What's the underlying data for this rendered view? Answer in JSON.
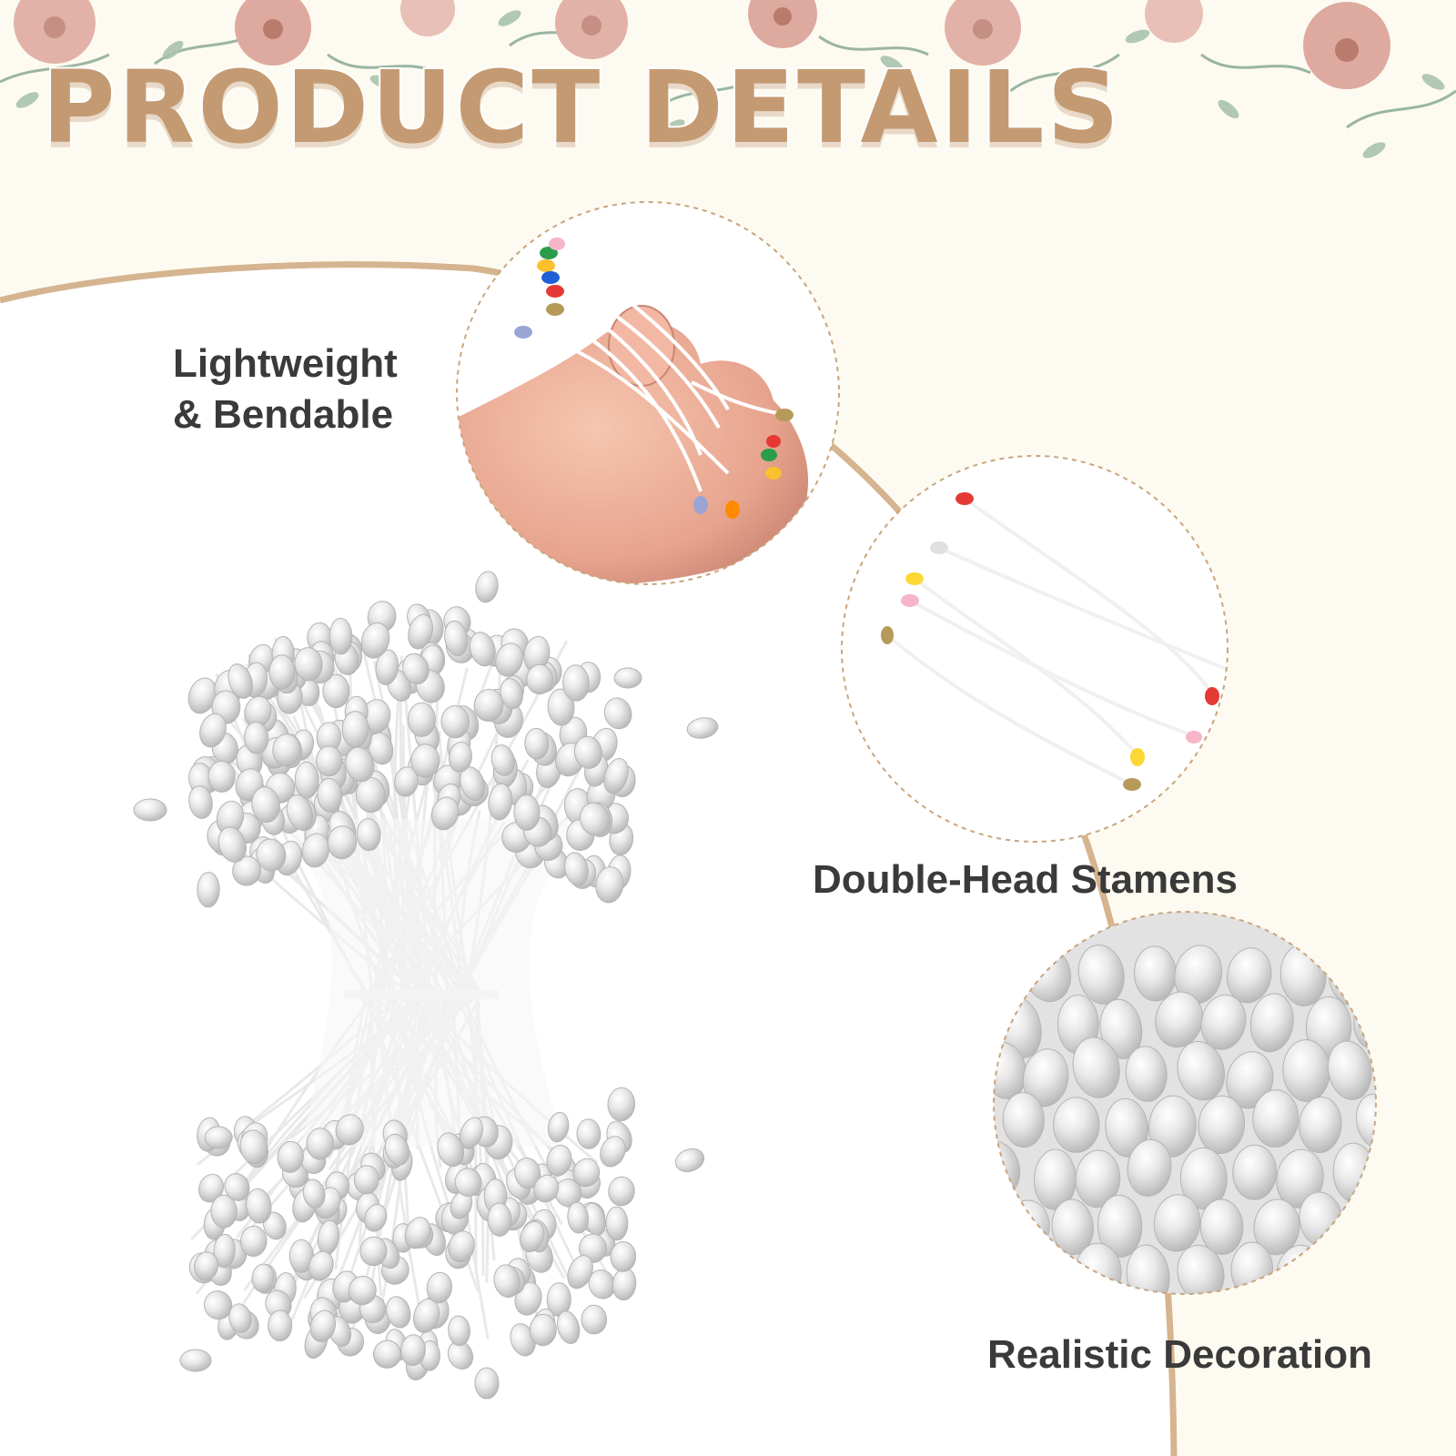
{
  "header": {
    "title": "PRODUCT DETAILS"
  },
  "features": [
    {
      "line1": "Lightweight",
      "line2": "& Bendable"
    },
    {
      "label": "Double-Head Stamens"
    },
    {
      "label": "Realistic Decoration"
    }
  ],
  "colors": {
    "title": "#c49a72",
    "background_top": "#fdfbf1",
    "arc": "#d5b48f",
    "dashed_circle": "#c9a57f",
    "label_text": "#3a3a3a",
    "stamen_white": "#eeeeee",
    "stamen_shadow": "#c2c2c2"
  },
  "stamen_head_colors": [
    "#2a9d4b",
    "#e53935",
    "#1e5fd8",
    "#fbc02d",
    "#b59a5a",
    "#f6b6c8",
    "#9aa5d6",
    "#ff8a00",
    "#ffffff"
  ]
}
